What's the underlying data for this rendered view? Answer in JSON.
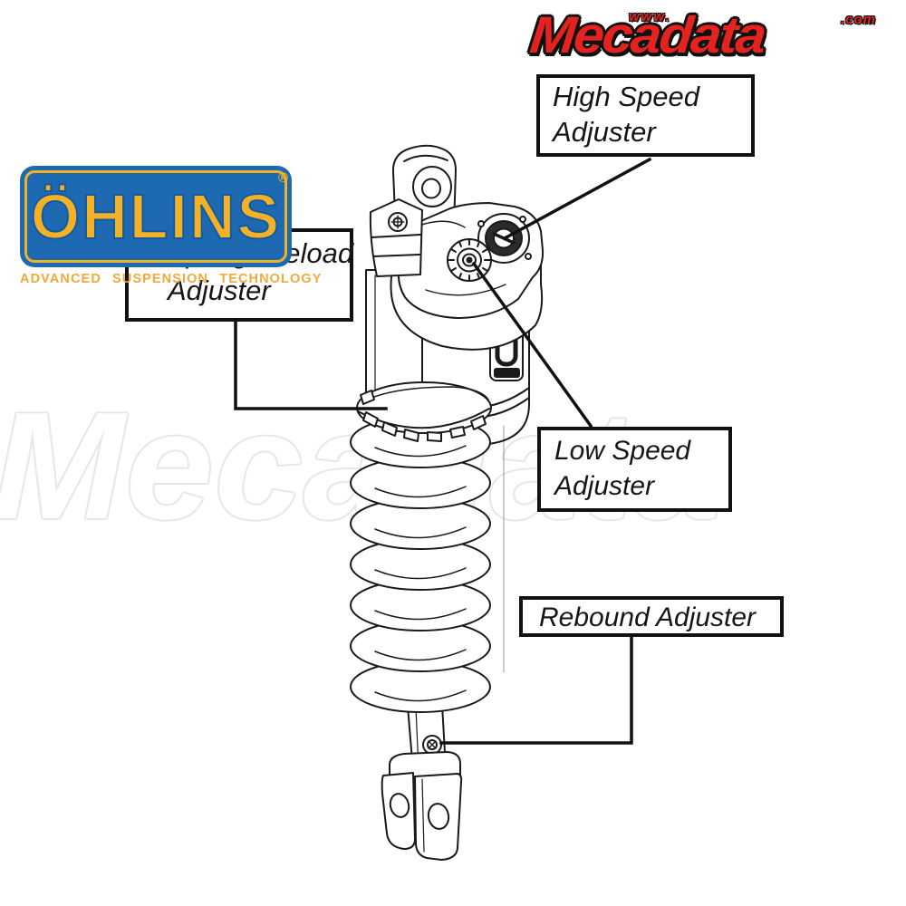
{
  "callouts": {
    "high_speed": {
      "line1": "High Speed",
      "line2": "Adjuster"
    },
    "preload": {
      "line1": "Spring Preload",
      "line2": "Adjuster"
    },
    "low_speed": {
      "line1": "Low Speed",
      "line2": "Adjuster"
    },
    "rebound": {
      "label": "Rebound Adjuster"
    }
  },
  "logos": {
    "ohlins": {
      "wordmark": "ÖHLINS",
      "registered": "®",
      "tagline": "ADVANCED SUSPENSION TECHNOLOGY",
      "panel_color": "#1e6ab2",
      "wordmark_color": "#f3b127",
      "tagline_color": "#f2a93b"
    },
    "mecadata": {
      "www": "www.",
      "wordmark": "Mecadata",
      "tld": ".com",
      "color": "#e42320"
    }
  },
  "watermark": {
    "text": "Mecadata",
    "color": "#e7e7e7"
  },
  "illustration": {
    "parts": [
      "top-eyelet",
      "eyelet-clamp",
      "high-speed-adjuster-knob",
      "low-speed-adjuster-knob",
      "piggyback-reservoir",
      "spring-preload-collar",
      "coil-spring",
      "piston-shaft",
      "rebound-adjuster-screw",
      "bottom-clevis"
    ]
  }
}
